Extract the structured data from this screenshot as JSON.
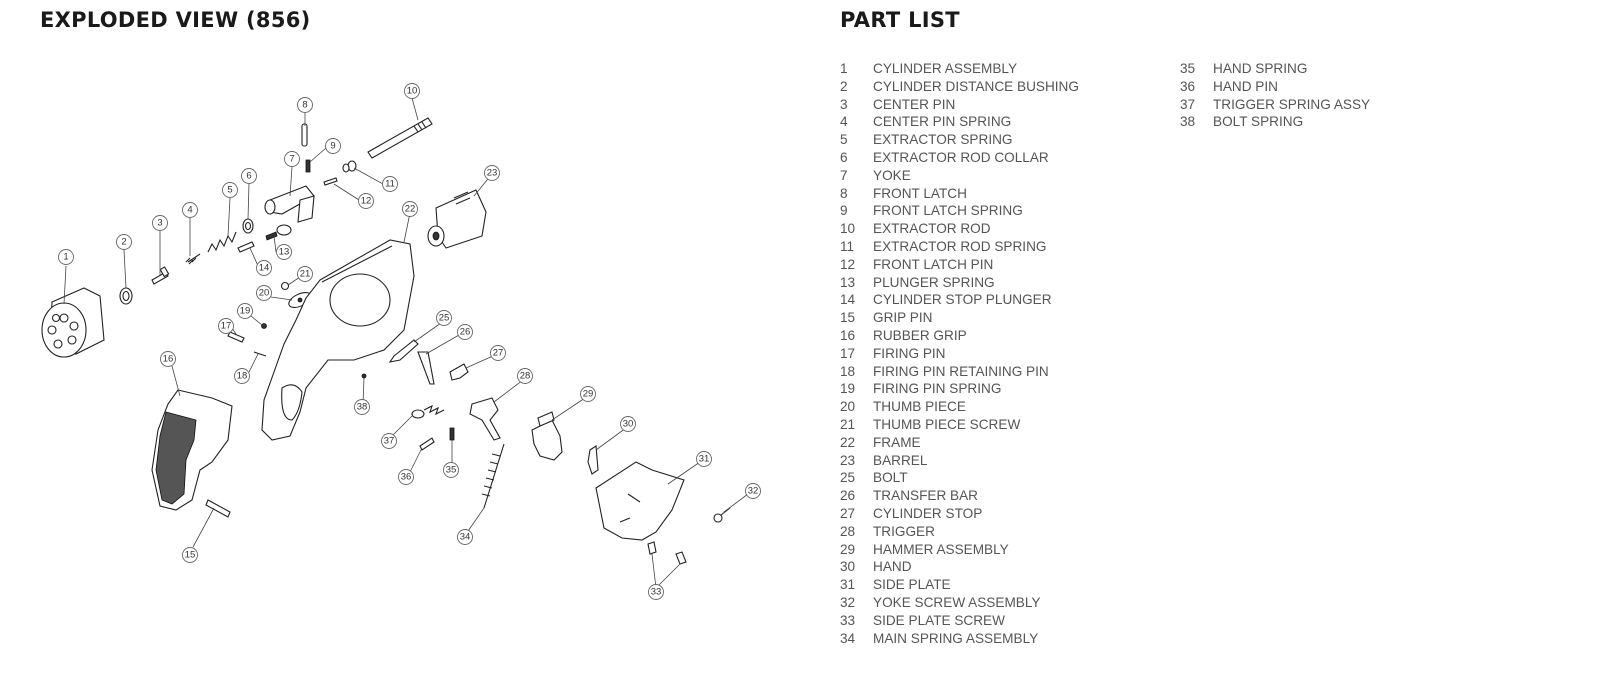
{
  "headings": {
    "exploded_view": "EXPLODED VIEW (856)",
    "part_list": "PART LIST"
  },
  "parts": [
    {
      "num": "1",
      "name": "CYLINDER ASSEMBLY"
    },
    {
      "num": "2",
      "name": "CYLINDER DISTANCE BUSHING"
    },
    {
      "num": "3",
      "name": "CENTER PIN"
    },
    {
      "num": "4",
      "name": "CENTER PIN SPRING"
    },
    {
      "num": "5",
      "name": "EXTRACTOR SPRING"
    },
    {
      "num": "6",
      "name": "EXTRACTOR ROD COLLAR"
    },
    {
      "num": "7",
      "name": "YOKE"
    },
    {
      "num": "8",
      "name": "FRONT LATCH"
    },
    {
      "num": "9",
      "name": "FRONT LATCH SPRING"
    },
    {
      "num": "10",
      "name": "EXTRACTOR ROD"
    },
    {
      "num": "11",
      "name": "EXTRACTOR ROD SPRING"
    },
    {
      "num": "12",
      "name": "FRONT LATCH PIN"
    },
    {
      "num": "13",
      "name": "PLUNGER SPRING"
    },
    {
      "num": "14",
      "name": "CYLINDER STOP PLUNGER"
    },
    {
      "num": "15",
      "name": "GRIP PIN"
    },
    {
      "num": "16",
      "name": "RUBBER GRIP"
    },
    {
      "num": "17",
      "name": "FIRING PIN"
    },
    {
      "num": "18",
      "name": "FIRING PIN RETAINING PIN"
    },
    {
      "num": "19",
      "name": "FIRING PIN SPRING"
    },
    {
      "num": "20",
      "name": "THUMB PIECE"
    },
    {
      "num": "21",
      "name": "THUMB PIECE SCREW"
    },
    {
      "num": "22",
      "name": "FRAME"
    },
    {
      "num": "23",
      "name": "BARREL"
    },
    {
      "num": "25",
      "name": "BOLT"
    },
    {
      "num": "26",
      "name": "TRANSFER BAR"
    },
    {
      "num": "27",
      "name": "CYLINDER STOP"
    },
    {
      "num": "28",
      "name": "TRIGGER"
    },
    {
      "num": "29",
      "name": "HAMMER ASSEMBLY"
    },
    {
      "num": "30",
      "name": "HAND"
    },
    {
      "num": "31",
      "name": "SIDE PLATE"
    },
    {
      "num": "32",
      "name": "YOKE SCREW ASSEMBLY"
    },
    {
      "num": "33",
      "name": "SIDE PLATE SCREW"
    },
    {
      "num": "34",
      "name": "MAIN SPRING ASSEMBLY"
    },
    {
      "num": "35",
      "name": "HAND SPRING"
    },
    {
      "num": "36",
      "name": "HAND PIN"
    },
    {
      "num": "37",
      "name": "TRIGGER SPRING ASSY"
    },
    {
      "num": "38",
      "name": "BOLT SPRING"
    }
  ],
  "callouts": [
    "1",
    "2",
    "3",
    "4",
    "5",
    "6",
    "7",
    "8",
    "9",
    "10",
    "11",
    "12",
    "13",
    "14",
    "15",
    "16",
    "17",
    "18",
    "19",
    "20",
    "21",
    "22",
    "23",
    "25",
    "26",
    "27",
    "28",
    "29",
    "30",
    "31",
    "32",
    "33",
    "34",
    "35",
    "36",
    "37",
    "38"
  ]
}
